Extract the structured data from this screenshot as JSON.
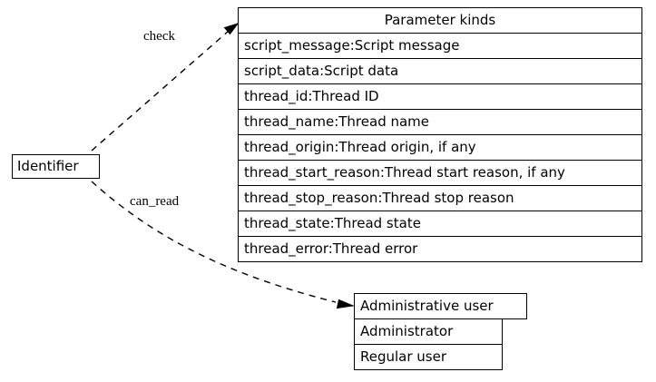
{
  "diagram": {
    "type": "entity-relationship-graph",
    "background_color": "#ffffff",
    "line_color": "#000000",
    "text_color": "#000000",
    "nodes": {
      "identifier": {
        "label": "Identifier",
        "shape": "box"
      },
      "parameter_kinds": {
        "title": "Parameter kinds",
        "rows": [
          "script_message:Script message",
          "script_data:Script data",
          "thread_id:Thread ID",
          "thread_name:Thread name",
          "thread_origin:Thread origin, if any",
          "thread_start_reason:Thread start reason, if any",
          "thread_stop_reason:Thread stop reason",
          "thread_state:Thread state",
          "thread_error:Thread error"
        ]
      },
      "administrative_user": {
        "title": "Administrative user",
        "rows": [
          "Administrator",
          "Regular user"
        ]
      }
    },
    "edges": [
      {
        "id": "check",
        "label": "check",
        "from": "identifier",
        "to": "parameter_kinds",
        "style": "dashed",
        "arrowhead": "filled-triangle"
      },
      {
        "id": "can_read",
        "label": "can_read",
        "from": "identifier",
        "to": "administrative_user",
        "style": "dashed",
        "arrowhead": "filled-triangle"
      }
    ]
  }
}
